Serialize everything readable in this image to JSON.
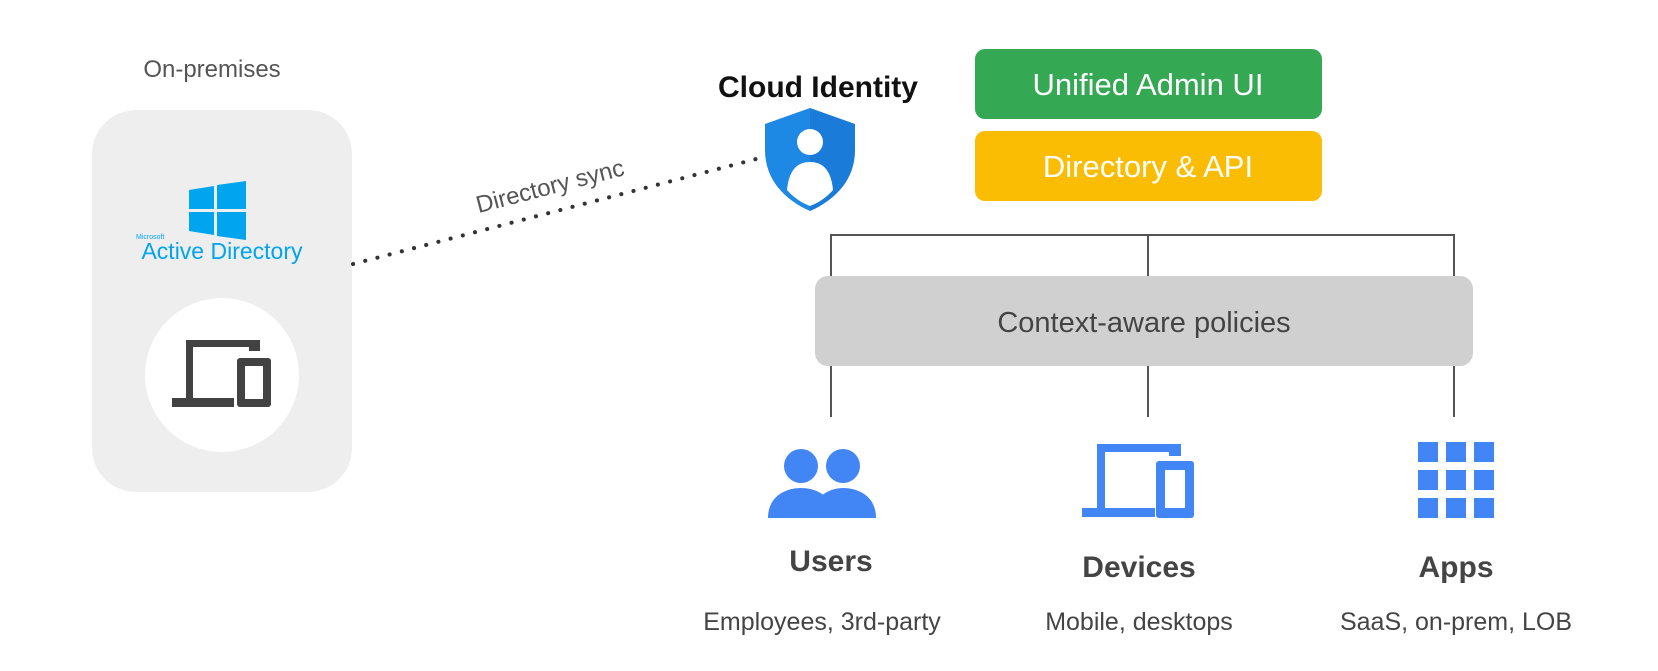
{
  "on_premises": {
    "title": "On-premises",
    "ad_logo_small": "Microsoft",
    "ad_logo_text": "Active Directory",
    "device_icon": "devices-icon"
  },
  "connector": {
    "label": "Directory sync"
  },
  "cloud_identity": {
    "title": "Cloud Identity",
    "icon": "shield-user-icon"
  },
  "boxes": {
    "admin_ui": "Unified Admin UI",
    "directory_api": "Directory & API",
    "policies": "Context-aware policies"
  },
  "entities": [
    {
      "icon": "users-icon",
      "title": "Users",
      "subtitle": "Employees, 3rd-party"
    },
    {
      "icon": "devices-icon",
      "title": "Devices",
      "subtitle": "Mobile, desktops"
    },
    {
      "icon": "apps-grid-icon",
      "title": "Apps",
      "subtitle": "SaaS, on-prem, LOB"
    }
  ],
  "colors": {
    "green": "#34a853",
    "yellow": "#fbbc04",
    "blue": "#4285f4",
    "ms_blue": "#00a4ef",
    "grey_box": "#d0d0d0",
    "panel": "#eeeeee",
    "dark_icon": "#424242",
    "text_dark": "#444444",
    "line": "#555555"
  }
}
